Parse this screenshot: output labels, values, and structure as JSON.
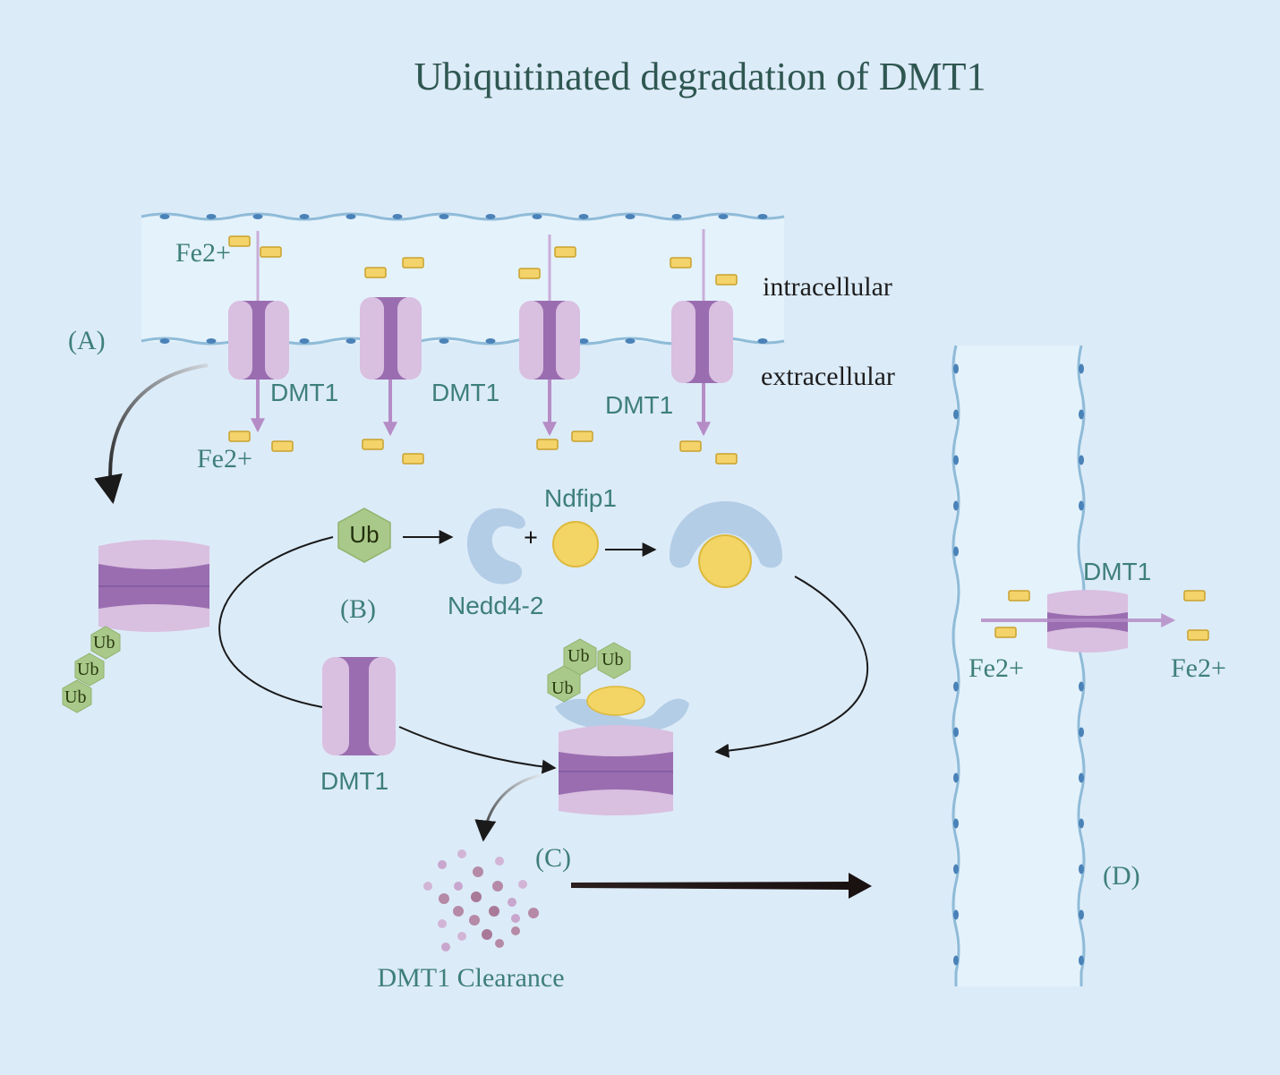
{
  "title": "Ubiquitinated degradation of DMT1",
  "panels": {
    "a": "(A)",
    "b": "(B)",
    "c": "(C)",
    "d": "(D)"
  },
  "labels": {
    "fe_top": "Fe2+",
    "fe_bottom": "Fe2+",
    "fe_d_left": "Fe2+",
    "fe_d_right": "Fe2+",
    "intracellular": "intracellular",
    "extracellular": "extracellular",
    "dmt1": "DMT1",
    "ub": "Ub",
    "ndfip1": "Ndfip1",
    "nedd4_2": "Nedd4-2",
    "plus": "+",
    "clearance": "DMT1 Clearance"
  },
  "colors": {
    "background": "#dcebf8",
    "membrane_fill": "#e4f2fb",
    "membrane_line": "#8fbbd8",
    "membrane_dot": "#4a82b8",
    "transporter_light": "#d9bfe0",
    "transporter_dark": "#9a6db0",
    "iron": "#f3d36a",
    "iron_border": "#c9a12c",
    "ub_green": "#a9c98a",
    "ndfip1_yellow": "#f2d564",
    "nedd4_blue": "#b3cde6",
    "text_teal": "#3e7f7a"
  },
  "icons": {
    "transporter": "dmt1-transporter-icon",
    "ubiquitin": "ubiquitin-hexagon-icon",
    "iron": "iron-ion-icon",
    "ligase": "nedd4-2-ligase-icon",
    "adaptor": "ndfip1-adaptor-icon"
  }
}
